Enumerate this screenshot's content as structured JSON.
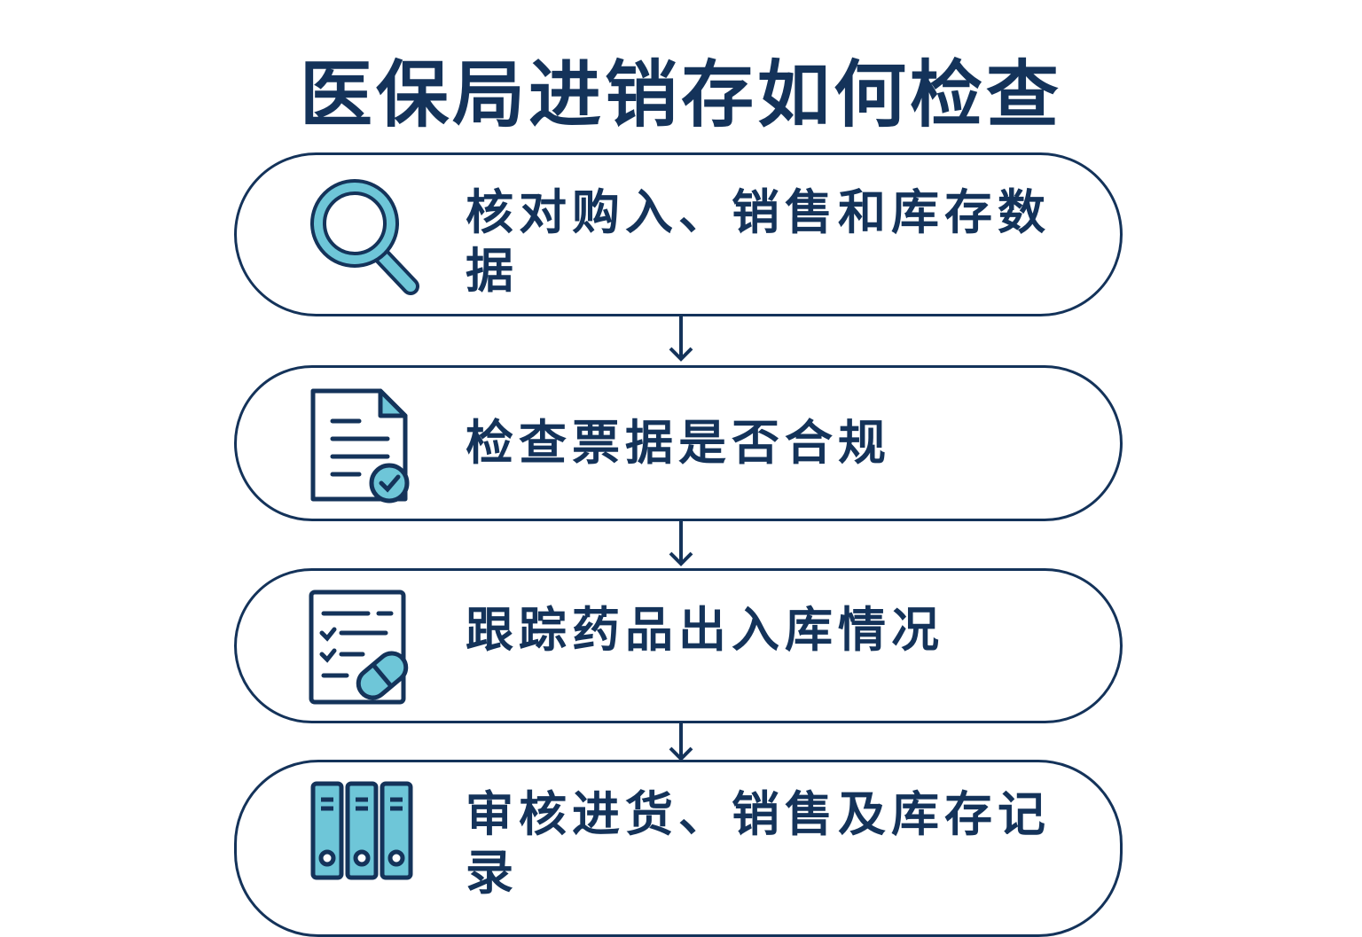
{
  "title": "医保局进销存如何检查",
  "colors": {
    "navy": "#14335a",
    "accent": "#6ec6d8"
  },
  "steps": [
    {
      "icon": "magnifier-icon",
      "text": "核对购入、销售和库存数据"
    },
    {
      "icon": "document-check-icon",
      "text": "检查票据是否合规"
    },
    {
      "icon": "checklist-pill-icon",
      "text": "跟踪药品出入库情况"
    },
    {
      "icon": "binders-icon",
      "text": "审核进货、销售及库存记录"
    }
  ]
}
